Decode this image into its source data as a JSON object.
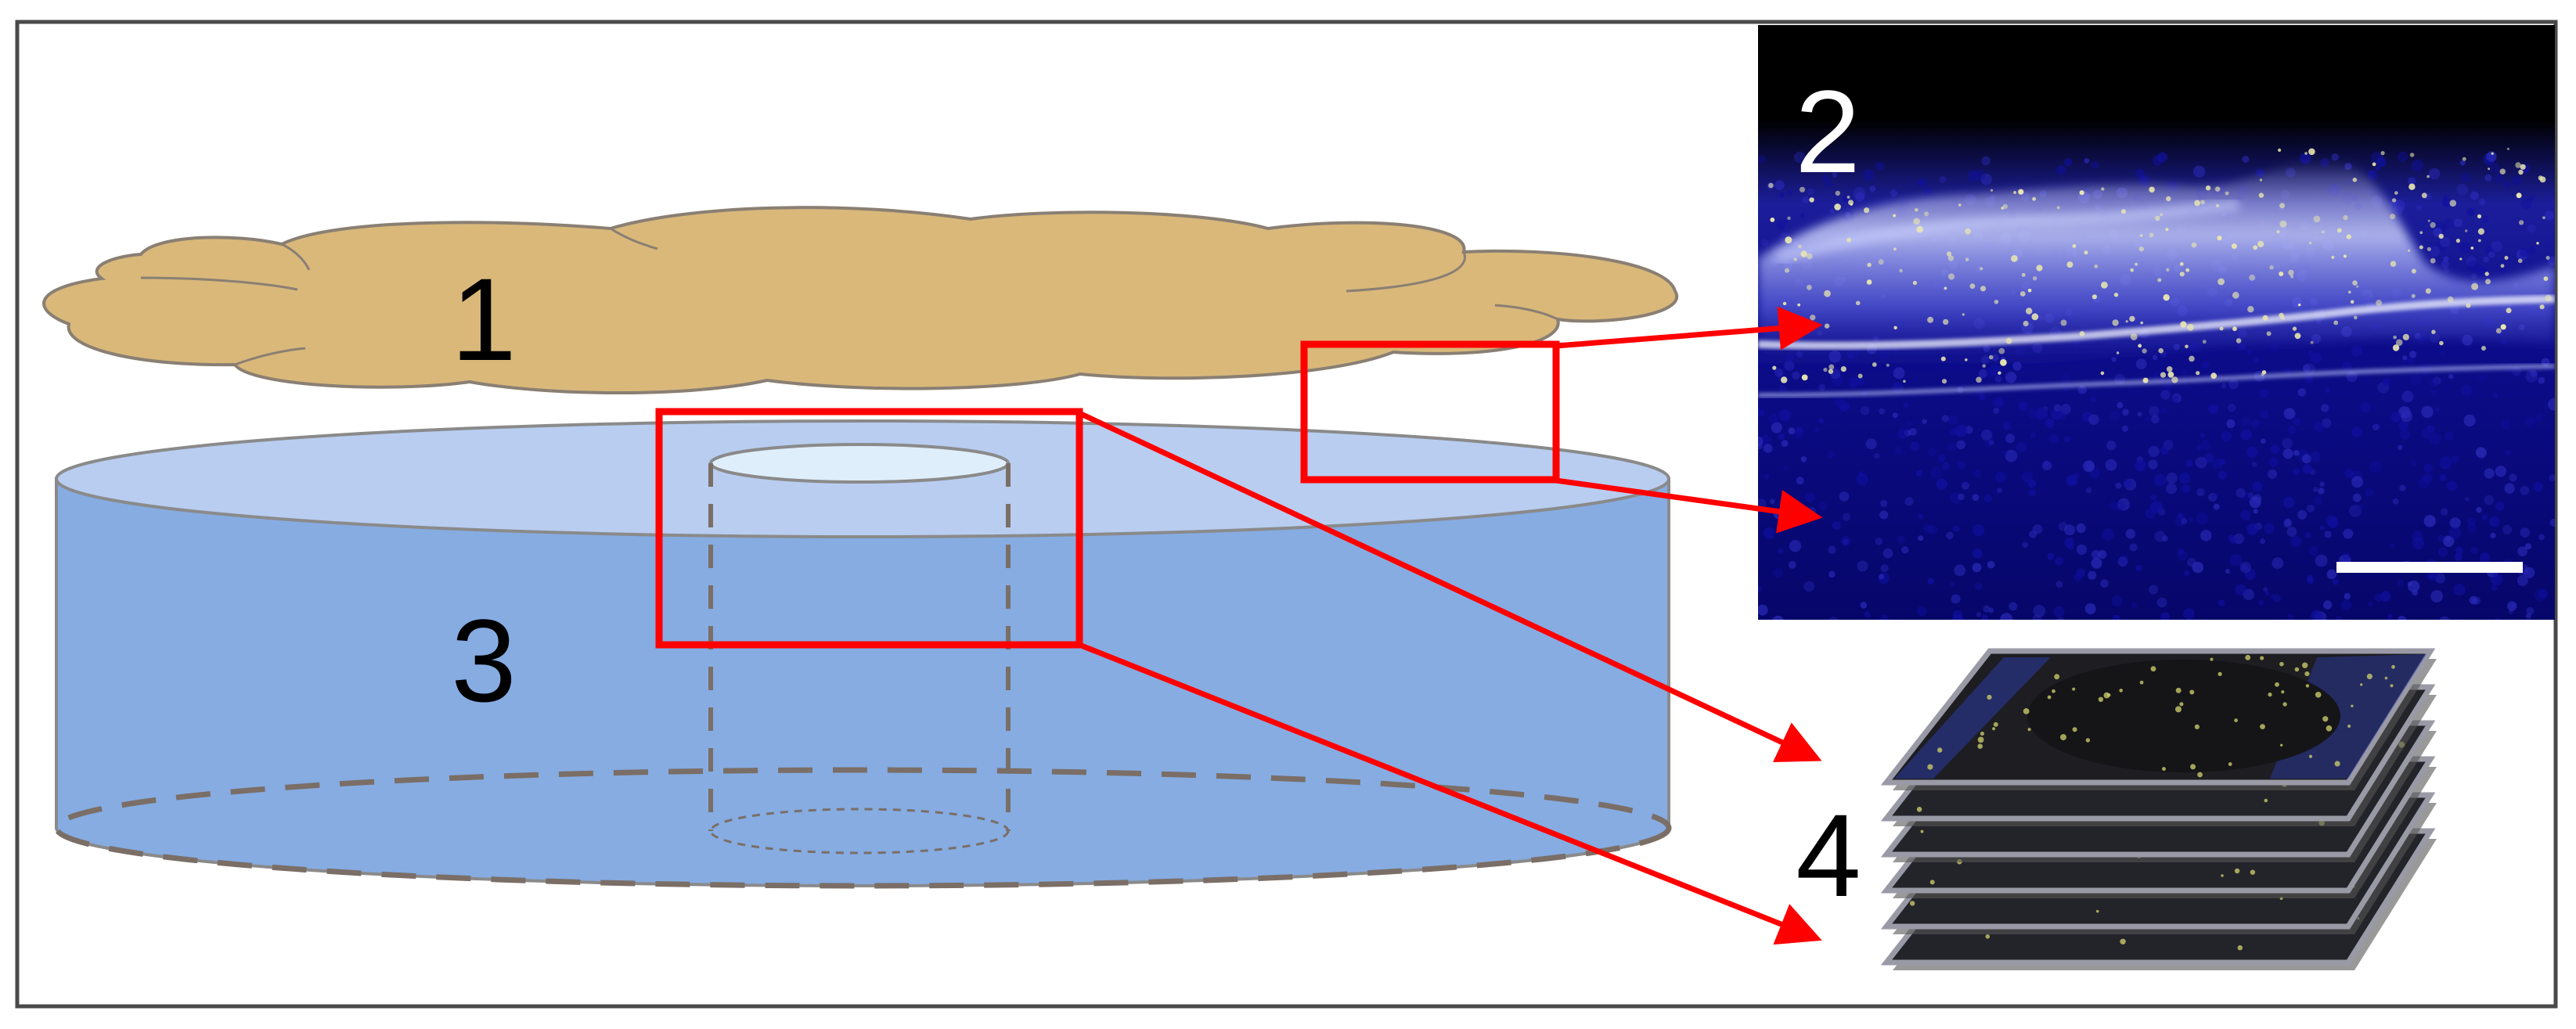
{
  "labels": {
    "tissue": "1",
    "section_image": "2",
    "scaffold": "3",
    "image_stack": "4"
  },
  "colors": {
    "tissue_fill": "#d9b87a",
    "tissue_stroke": "#8a7f73",
    "scaffold_side": "#86ace2",
    "scaffold_top": "#b8cdf0",
    "dashed": "#7a6e66",
    "highlight": "#ff0000",
    "micro_bg": "#0a0a5c",
    "micro_signal": "#e8e6b0"
  }
}
